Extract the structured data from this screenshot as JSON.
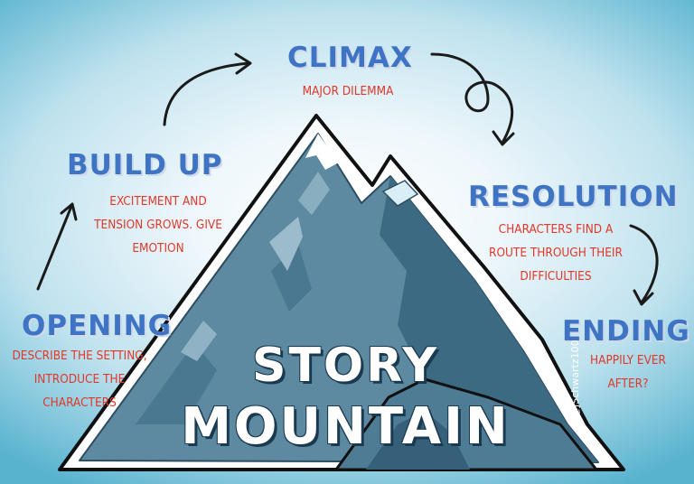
{
  "stages": {
    "climax": {
      "heading": "CLIMAX",
      "description": "MAJOR DILEMMA"
    },
    "build_up": {
      "heading": "BUILD UP",
      "description": "EXCITEMENT AND\nTENSION GROWS. GIVE\nEMOTION"
    },
    "resolution": {
      "heading": "RESOLUTION",
      "description": "CHARACTERS FIND A\nROUTE THROUGH THEIR\nDIFFICULTIES"
    },
    "opening": {
      "heading": "OPENING",
      "description": "DESCRIBE THE SETTING,\nINTRODUCE THE\nCHARACTERS"
    },
    "ending": {
      "heading": "ENDING",
      "description": "HAPPILY EVER\nAFTER?"
    }
  },
  "title": {
    "line1": "STORY",
    "line2": "MOUNTAIN"
  },
  "credit": "@JSchwartz100",
  "colors": {
    "heading": "#3f74c4",
    "description": "#e0382b",
    "mountain": "#5d8aa0",
    "mountain_dark": "#3c6880",
    "snow": "#ffffff",
    "outline": "#111111"
  }
}
